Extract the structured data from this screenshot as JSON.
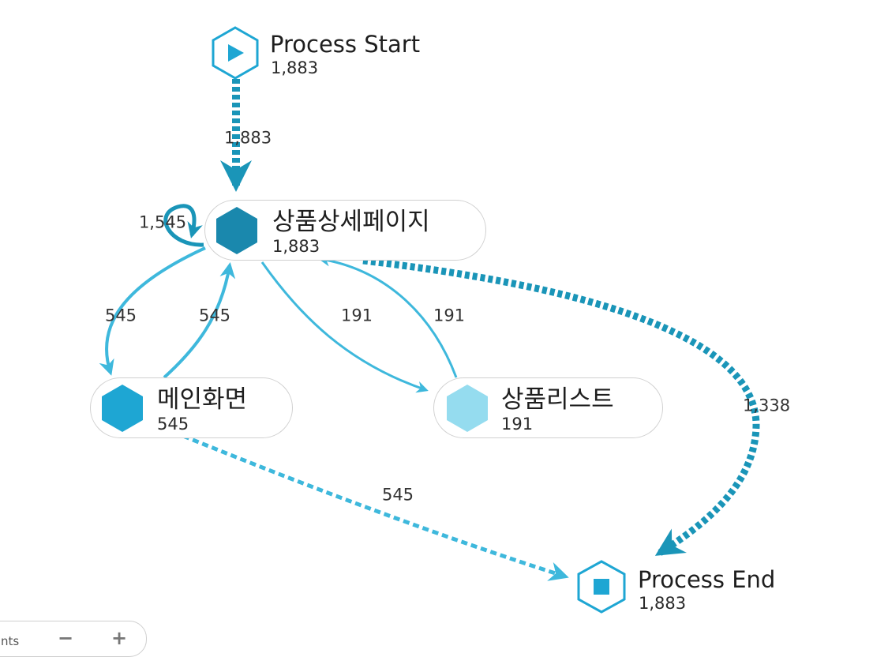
{
  "colors": {
    "edge_main": "#1a95b8",
    "edge_light": "#3eb8dc",
    "node_dark": "#1a88ad",
    "node_mid": "#1ea6d3",
    "node_light": "#95dcef",
    "terminal": "#1ea6d3"
  },
  "nodes": {
    "start": {
      "title": "Process Start",
      "count": "1,883",
      "icon": "play-icon"
    },
    "detail": {
      "title": "상품상세페이지",
      "count": "1,883",
      "icon": "hexagon-icon"
    },
    "main": {
      "title": "메인화면",
      "count": "545",
      "icon": "hexagon-icon"
    },
    "list": {
      "title": "상품리스트",
      "count": "191",
      "icon": "hexagon-icon"
    },
    "end": {
      "title": "Process End",
      "count": "1,883",
      "icon": "stop-icon"
    }
  },
  "edges": {
    "start_detail": "1,883",
    "detail_self": "1,545",
    "detail_main": "545",
    "main_detail": "545",
    "detail_list": "191",
    "list_detail": "191",
    "detail_end": "1,338",
    "main_end": "545"
  },
  "zoom": {
    "label": "nts",
    "minus": "−",
    "plus": "+"
  }
}
